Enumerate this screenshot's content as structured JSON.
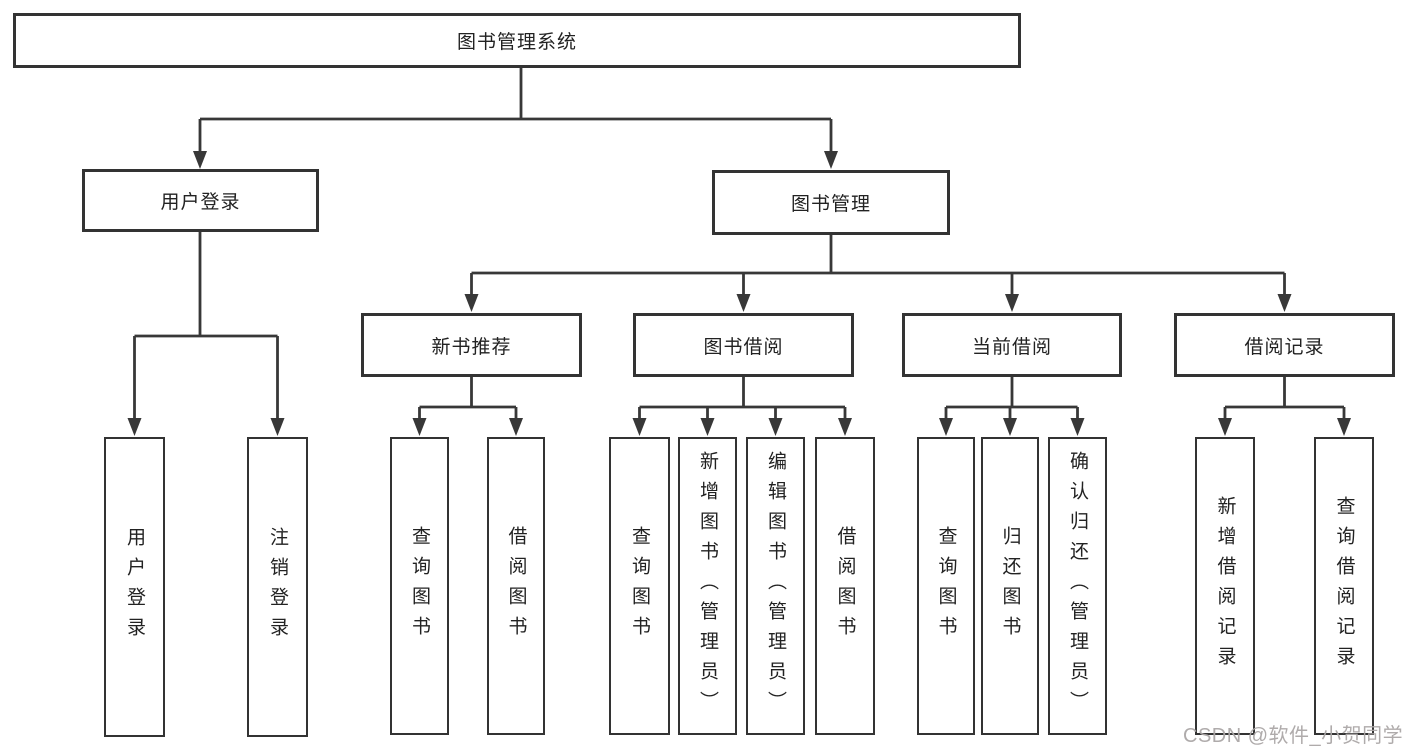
{
  "diagram": {
    "kind": "hierarchy-chart",
    "tree": {
      "root": "图书管理系统",
      "children": [
        {
          "label": "用户登录",
          "children": [
            "用户登录",
            "注销登录"
          ]
        },
        {
          "label": "图书管理",
          "children": [
            {
              "label": "新书推荐",
              "children": [
                "查询图书",
                "借阅图书"
              ]
            },
            {
              "label": "图书借阅",
              "children": [
                "查询图书",
                "新增图书（管理员）",
                "编辑图书（管理员）",
                "借阅图书"
              ]
            },
            {
              "label": "当前借阅",
              "children": [
                "查询图书",
                "归还图书",
                "确认归还（管理员）"
              ]
            },
            {
              "label": "借阅记录",
              "children": [
                "新增借阅记录",
                "查询借阅记录"
              ]
            }
          ]
        }
      ]
    }
  },
  "colors": {
    "line": "#383838",
    "box_border": "#333333",
    "box_fill": "#ffffff",
    "text": "#222222",
    "watermark": "#aba6a6"
  },
  "watermark": {
    "text": "CSDN @软件_小贺同学"
  }
}
